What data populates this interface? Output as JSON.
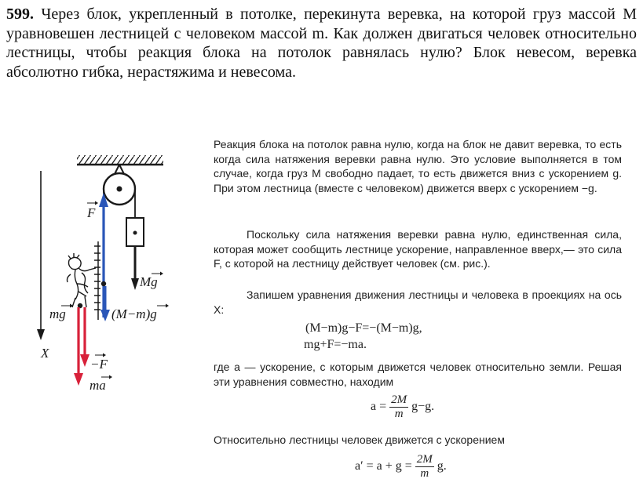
{
  "problem": {
    "number": "599.",
    "text": "Через блок, укрепленный в потолке, перекинута веревка, на которой груз массой M уравновешен лестницей с человеком массой m. Как должен двигаться человек относительно лестницы, чтобы реакция блока на потолок равнялась нулю? Блок невесом, веревка абсолютно гибка, нерастяжима и невесома."
  },
  "solution": {
    "p1": "Реакция блока на потолок равна нулю, когда на блок не давит веревка, то есть когда сила натяжения веревки равна нулю. Это условие выполняется в том случае, когда груз M свободно падает, то есть движется вниз с ускорением g. При этом лестница (вместе с человеком) движется вверх с ускорением −g.",
    "p2": "Поскольку сила натяжения веревки равна нулю, единственная сила, которая может сообщить лестнице ускорение, направленное вверх,— это сила F, с которой на лестницу действует человек (см. рис.).",
    "p3": "Запишем уравнения движения лестницы и человека в проекциях на ось X:",
    "eq1": "(M−m)g−F=−(M−m)g,",
    "eq2": "mg+F=−ma.",
    "p4": "где a — ускорение, с которым движется человек относительно земли. Решая эти уравнения совместно, находим",
    "eq3_lhs": "a =",
    "eq3_num": "2M",
    "eq3_den": "m",
    "eq3_rhs": "g−g.",
    "p5": "Относительно лестницы человек движется с ускорением",
    "eq4_lhs": "a′ = a + g =",
    "eq4_num": "2M",
    "eq4_den": "m",
    "eq4_rhs": "g."
  },
  "figure_labels": {
    "F": "F",
    "Mg": "Mg",
    "mg": "mg",
    "Mmg": "(M−m)g",
    "X": "X",
    "negF": "−F",
    "ma": "ma"
  },
  "colors": {
    "red_arrow": "#d8213a",
    "blue_arrow": "#2a56b8",
    "ink": "#1a1a1a"
  }
}
